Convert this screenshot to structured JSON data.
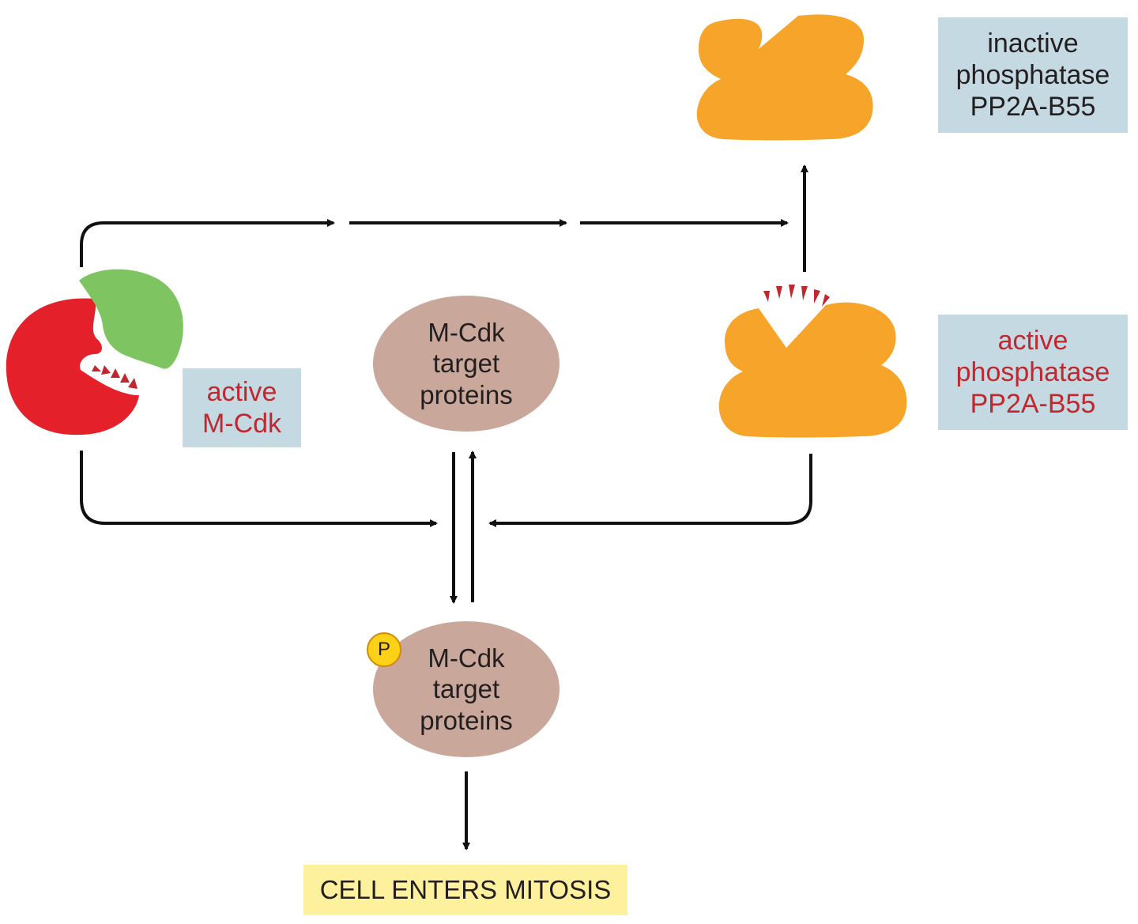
{
  "labels": {
    "active_mcdk": [
      "active",
      "M-Cdk"
    ],
    "inactive_phosphatase": [
      "inactive",
      "phosphatase",
      "PP2A-B55"
    ],
    "active_phosphatase": [
      "active",
      "phosphatase",
      "PP2A-B55"
    ],
    "target_proteins": [
      "M-Cdk",
      "target",
      "proteins"
    ],
    "phospho_target_proteins": [
      "M-Cdk",
      "target",
      "proteins"
    ],
    "phosphate": "P",
    "outcome": "CELL ENTERS MITOSIS"
  },
  "colors": {
    "mcdk_cdk": "#e4202a",
    "mcdk_cyclin": "#7ec561",
    "phosphatase": "#f6a52a",
    "activity_marks": "#c0282f",
    "target_protein": "#c9a79a",
    "phosphate": "#fcd116",
    "label_box": "#c5d9e2",
    "outcome_box": "#fdf19d",
    "arrow": "#111111"
  }
}
